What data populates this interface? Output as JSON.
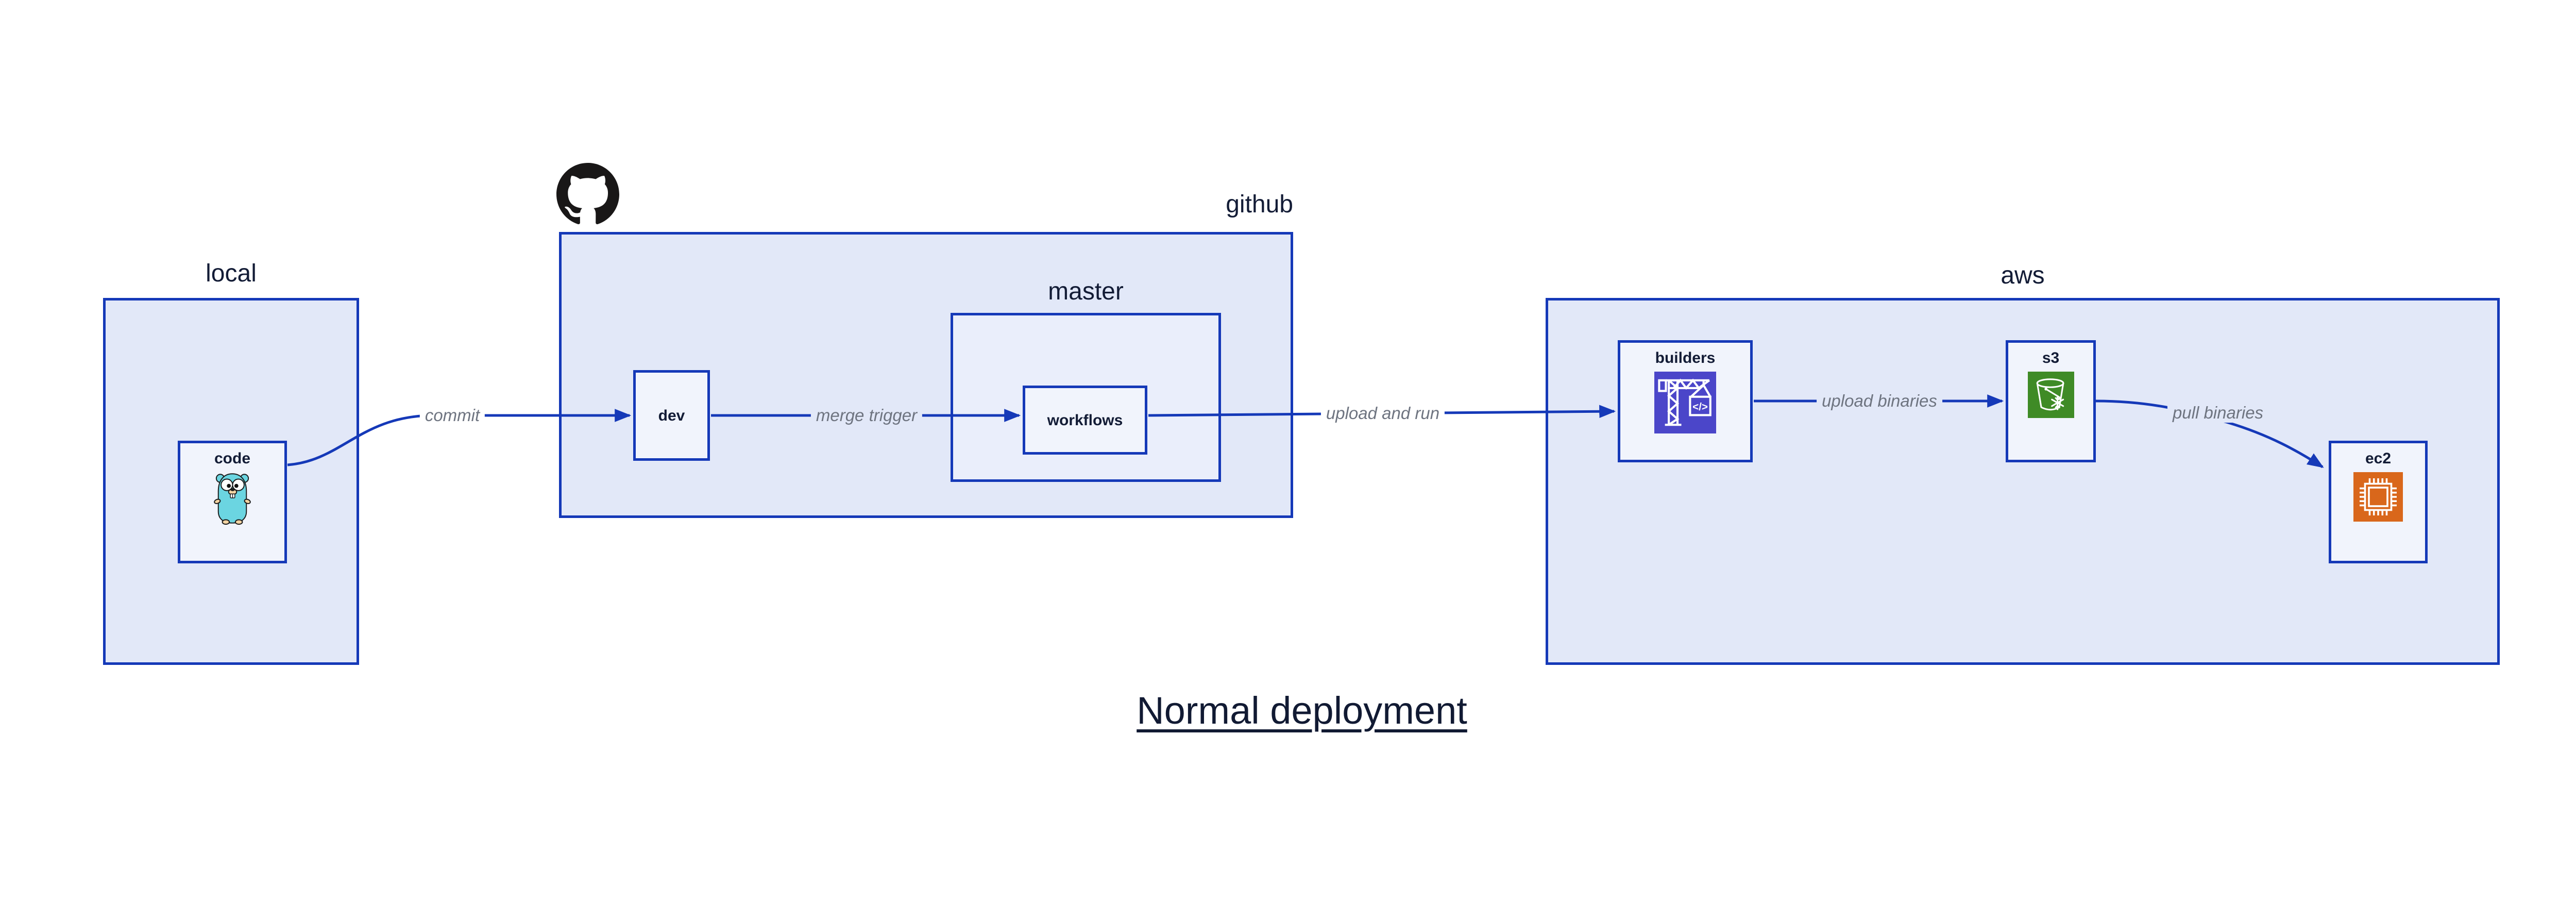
{
  "diagram_title": "Normal deployment",
  "containers": {
    "local": {
      "label": "local"
    },
    "github": {
      "label": "github",
      "logo_icon": "github-octocat-logo"
    },
    "master": {
      "label": "master"
    },
    "aws": {
      "label": "aws"
    }
  },
  "nodes": {
    "code": {
      "label": "code",
      "icon": "go-gopher-icon"
    },
    "dev": {
      "label": "dev"
    },
    "workflows": {
      "label": "workflows"
    },
    "builders": {
      "label": "builders",
      "icon": "codebuild-crane-icon",
      "icon_text": "</>",
      "icon_color": "#4b46c9"
    },
    "s3": {
      "label": "s3",
      "icon": "s3-glacier-bucket-icon",
      "icon_color": "#3f8b26"
    },
    "ec2": {
      "label": "ec2",
      "icon": "ec2-chip-icon",
      "icon_color": "#d9671b"
    }
  },
  "edges": {
    "commit": {
      "label": "commit",
      "from": "code",
      "to": "dev"
    },
    "merge_trigger": {
      "label": "merge trigger",
      "from": "dev",
      "to": "workflows"
    },
    "upload_and_run": {
      "label": "upload and run",
      "from": "workflows",
      "to": "builders"
    },
    "upload_binaries": {
      "label": "upload binaries",
      "from": "builders",
      "to": "s3"
    },
    "pull_binaries": {
      "label": "pull binaries",
      "from": "s3",
      "to": "ec2"
    }
  },
  "colors": {
    "stroke_blue": "#1539b8",
    "container_fill": "#e2e8f8",
    "master_fill": "#eaeefb",
    "node_fill": "#f1f4fc",
    "dark_text": "#131c36",
    "edge_label_gray": "#6e7480",
    "github_black": "#191717",
    "gopher_teal": "#6bd5e1",
    "codebuild_purple": "#4b46c9",
    "s3_green": "#3f8b26",
    "ec2_orange": "#d9671b"
  }
}
